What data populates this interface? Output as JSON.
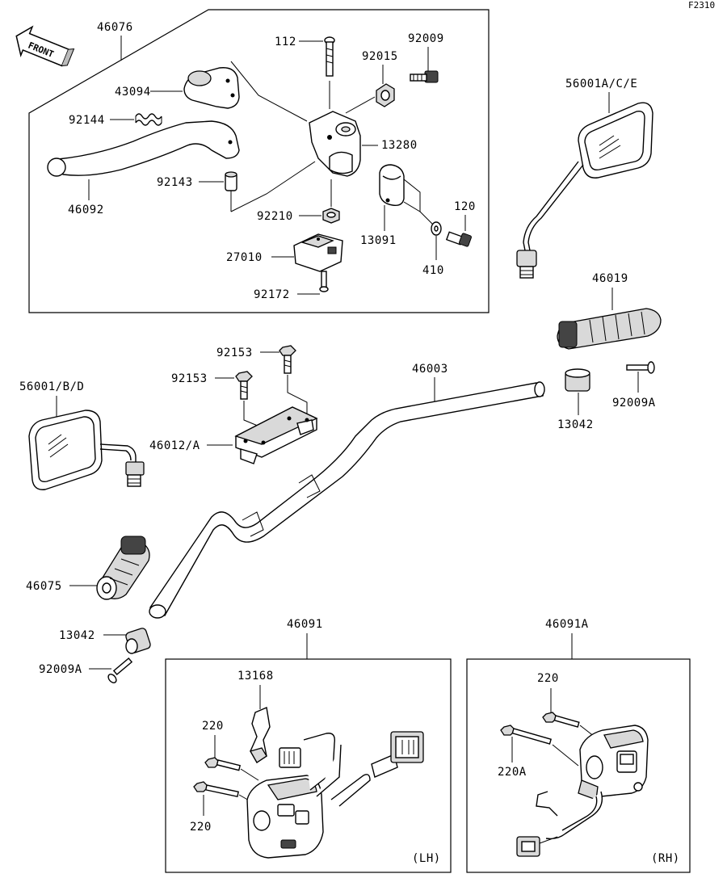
{
  "figure_code": "F2310",
  "front_label": "FRONT",
  "callouts": {
    "p46076": "46076",
    "p43094": "43094",
    "p92144": "92144",
    "p46092": "46092",
    "p92143": "92143",
    "p112": "112",
    "p92015": "92015",
    "p92009": "92009",
    "p13280": "13280",
    "p92210": "92210",
    "p13091": "13091",
    "p120": "120",
    "p27010": "27010",
    "p410": "410",
    "p92172": "92172",
    "p56001ace": "56001A/C/E",
    "p46019": "46019",
    "p92153a": "92153",
    "p92153b": "92153",
    "p46003": "46003",
    "p56001bd": "56001/B/D",
    "p13042r": "13042",
    "p92009ar": "92009A",
    "p46012a": "46012/A",
    "p46075": "46075",
    "p13042l": "13042",
    "p92009al": "92009A",
    "p46091": "46091",
    "p46091a": "46091A",
    "p13168": "13168",
    "p220a": "220",
    "p220b": "220",
    "p220c": "220",
    "p220A": "220A"
  },
  "panel_tags": {
    "lh": "(LH)",
    "rh": "(RH)"
  }
}
